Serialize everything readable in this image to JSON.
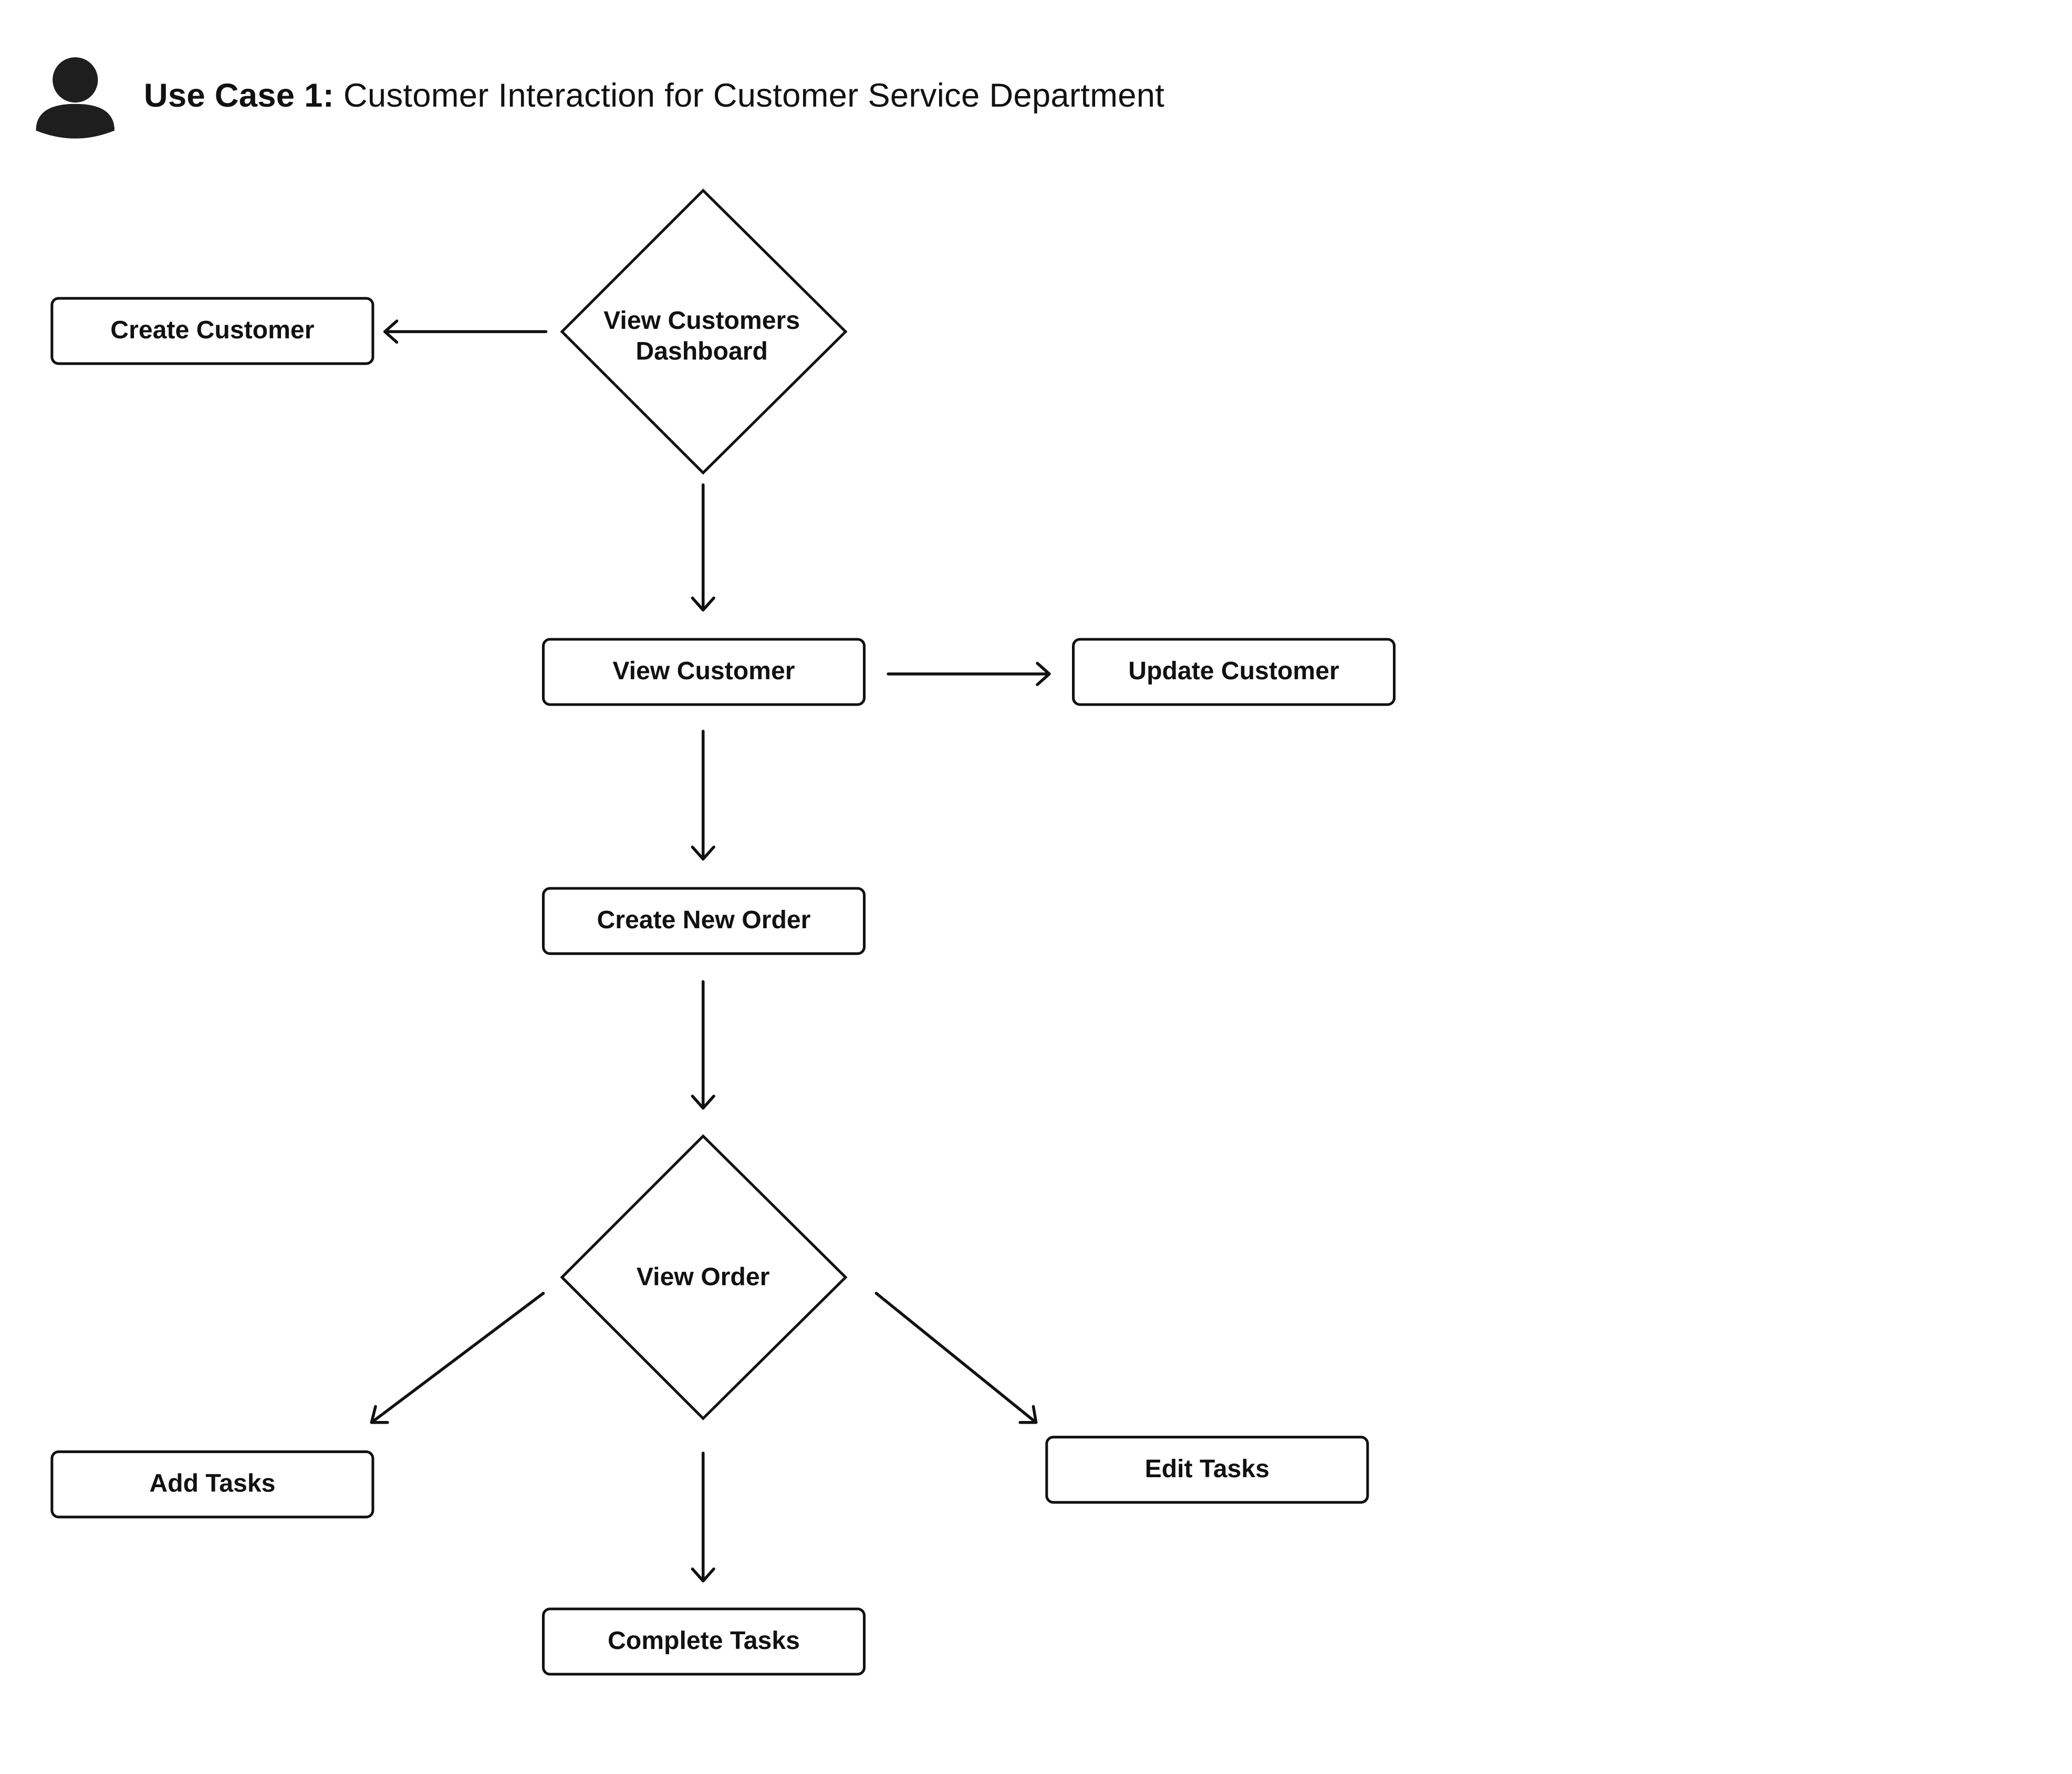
{
  "header": {
    "icon": "user-icon",
    "title_bold": "Use Case 1:",
    "title_text": "Customer Interaction for Customer Service Department"
  },
  "nodes": {
    "view_customers_dashboard": {
      "line1": "View Customers",
      "line2": "Dashboard",
      "shape": "diamond"
    },
    "create_customer": {
      "label": "Create Customer",
      "shape": "rectangle"
    },
    "view_customer": {
      "label": "View Customer",
      "shape": "rectangle"
    },
    "update_customer": {
      "label": "Update Customer",
      "shape": "rectangle"
    },
    "create_new_order": {
      "label": "Create New Order",
      "shape": "rectangle"
    },
    "view_order": {
      "label": "View Order",
      "shape": "diamond"
    },
    "add_tasks": {
      "label": "Add Tasks",
      "shape": "rectangle"
    },
    "edit_tasks": {
      "label": "Edit Tasks",
      "shape": "rectangle"
    },
    "complete_tasks": {
      "label": "Complete Tasks",
      "shape": "rectangle"
    }
  },
  "edges": [
    {
      "from": "view_customers_dashboard",
      "to": "create_customer"
    },
    {
      "from": "view_customers_dashboard",
      "to": "view_customer"
    },
    {
      "from": "view_customer",
      "to": "update_customer"
    },
    {
      "from": "view_customer",
      "to": "create_new_order"
    },
    {
      "from": "create_new_order",
      "to": "view_order"
    },
    {
      "from": "view_order",
      "to": "add_tasks"
    },
    {
      "from": "view_order",
      "to": "complete_tasks"
    },
    {
      "from": "view_order",
      "to": "edit_tasks"
    }
  ],
  "colors": {
    "stroke": "#111111",
    "background": "#ffffff",
    "icon": "#1e1e1e"
  }
}
